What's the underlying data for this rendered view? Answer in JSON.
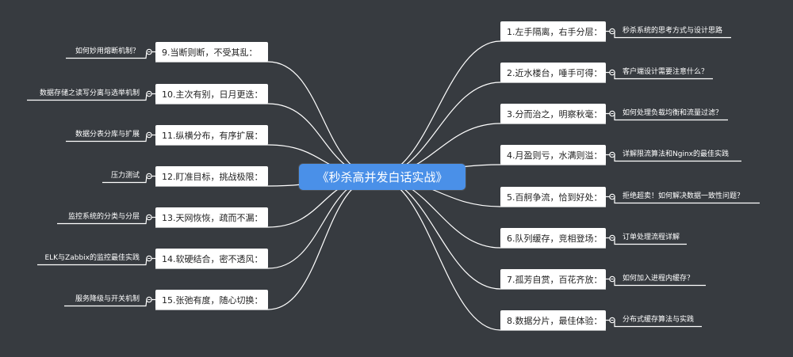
{
  "root": {
    "label": "《秒杀高并发白话实战》"
  },
  "colors": {
    "background": "#373b40",
    "root": "#4a90e8",
    "line": "#ffffff"
  },
  "right": [
    {
      "label": "1.左手隔离，右手分层：",
      "leaf": "秒杀系统的思考方式与设计思路"
    },
    {
      "label": "2.近水楼台，唾手可得：",
      "leaf": "客户端设计需要注意什么？"
    },
    {
      "label": "3.分而治之，明察秋毫：",
      "leaf": "如何处理负载均衡和流量过滤？"
    },
    {
      "label": "4.月盈则亏，水满则溢：",
      "leaf": "详解限流算法和Nginx的最佳实践"
    },
    {
      "label": "5.百舸争流，恰到好处：",
      "leaf": "拒绝超卖！如何解决数据一致性问题？"
    },
    {
      "label": "6.队列缓存，竞相登场：",
      "leaf": "订单处理流程详解"
    },
    {
      "label": "7.孤芳自赏，百花齐放：",
      "leaf": "如何加入进程内缓存？"
    },
    {
      "label": "8.数据分片，最佳体验：",
      "leaf": "分布式缓存算法与实践"
    }
  ],
  "left": [
    {
      "label": "9.当断则断，不受其乱：",
      "leaf": "如何妙用熔断机制？"
    },
    {
      "label": "10.主次有别，日月更迭：",
      "leaf": "数据存储之读写分离与选举机制"
    },
    {
      "label": "11.纵横分布，有序扩展：",
      "leaf": "数据分表分库与扩展"
    },
    {
      "label": "12.盯准目标，挑战极限：",
      "leaf": "压力测试"
    },
    {
      "label": "13.天网恢恢，疏而不漏：",
      "leaf": "监控系统的分类与分层"
    },
    {
      "label": "14.软硬结合，密不透风：",
      "leaf": "ELK与Zabbix的监控最佳实践"
    },
    {
      "label": "15.张弛有度，随心切换：",
      "leaf": "服务降级与开关机制"
    }
  ]
}
